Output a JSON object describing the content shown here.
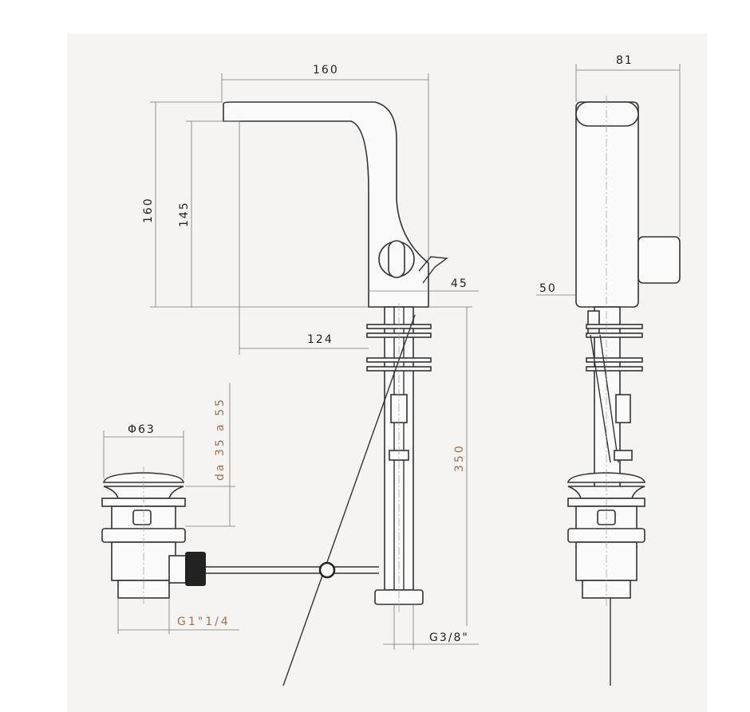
{
  "dimensions": {
    "side_width": "160",
    "side_height": "160",
    "spout_height": "145",
    "handle_offset": "45",
    "spout_reach": "124",
    "shank_length": "350",
    "front_width": "81",
    "front_offset": "50",
    "waste_diameter": "Φ63",
    "worktop_thickness": "da 35 a 55",
    "waste_thread": "G1\"1/4",
    "supply_thread": "G3/8\""
  },
  "colors": {
    "line": "#333333",
    "accent_dimension": "#a0704a",
    "background": "#f5f4f3"
  }
}
